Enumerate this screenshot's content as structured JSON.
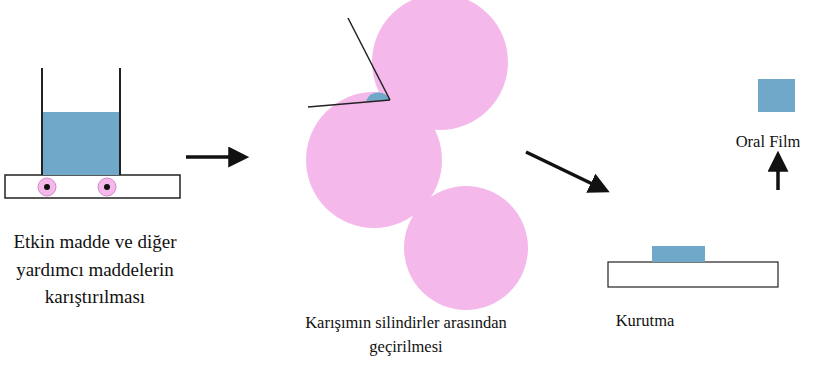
{
  "diagram": {
    "nodes": [
      {
        "text": [
          "Etkin madde ve diğer yardımcı maddelerin karıştırılması"
        ]
      },
      {
        "text": [
          "Karışımın silindirler arasından geçirilmesi"
        ]
      },
      {
        "text": [
          "Kurutma"
        ]
      },
      {
        "text": [
          "Oral Film"
        ]
      }
    ],
    "edges": [
      {
        "from": 0,
        "to": 1,
        "arrow": "to"
      },
      {
        "from": 1,
        "to": 2,
        "arrow": "to"
      },
      {
        "from": 2,
        "to": 3,
        "arrow": "to"
      }
    ]
  }
}
